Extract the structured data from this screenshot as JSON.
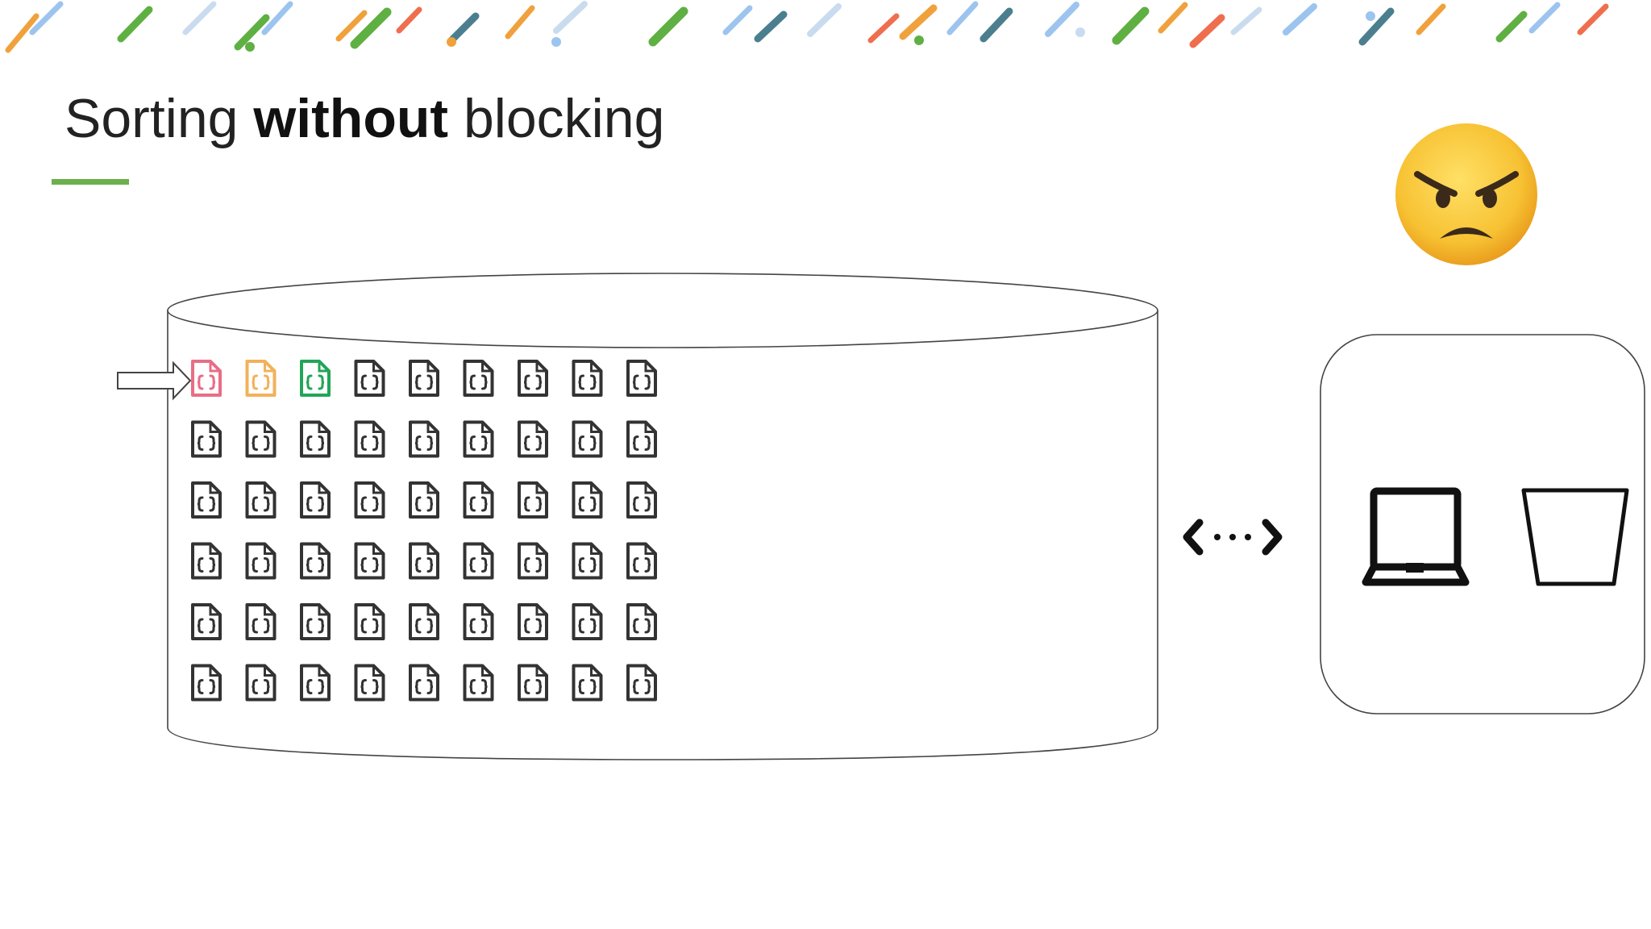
{
  "slide": {
    "title_normal_1": "Sorting ",
    "title_bold": "without",
    "title_normal_2": " blocking"
  },
  "colors": {
    "accent_green": "#6ab04c",
    "doc_pink": "#e86d86",
    "doc_orange": "#f2b25a",
    "doc_green": "#22a559",
    "doc_default": "#333333",
    "stroke": "#444444",
    "icon": "#111111",
    "emoji_face": "#f7c233",
    "emoji_dark": "#3b2a1a"
  },
  "decor_stripe_colors": [
    "#f0a13c",
    "#5fb043",
    "#9cc4ee",
    "#4b7f8f",
    "#ef6e4e",
    "#c9dcef"
  ],
  "diagram": {
    "database": {
      "rows": 6,
      "cols": 9,
      "highlight_docs": [
        {
          "index": 0,
          "color": "#e86d86"
        },
        {
          "index": 1,
          "color": "#f2b25a"
        },
        {
          "index": 2,
          "color": "#22a559"
        }
      ]
    },
    "icons": [
      "document-icon",
      "pointer-arrow-icon",
      "bidirectional-arrow-icon",
      "laptop-icon",
      "bucket-icon",
      "angry-face-icon"
    ]
  }
}
